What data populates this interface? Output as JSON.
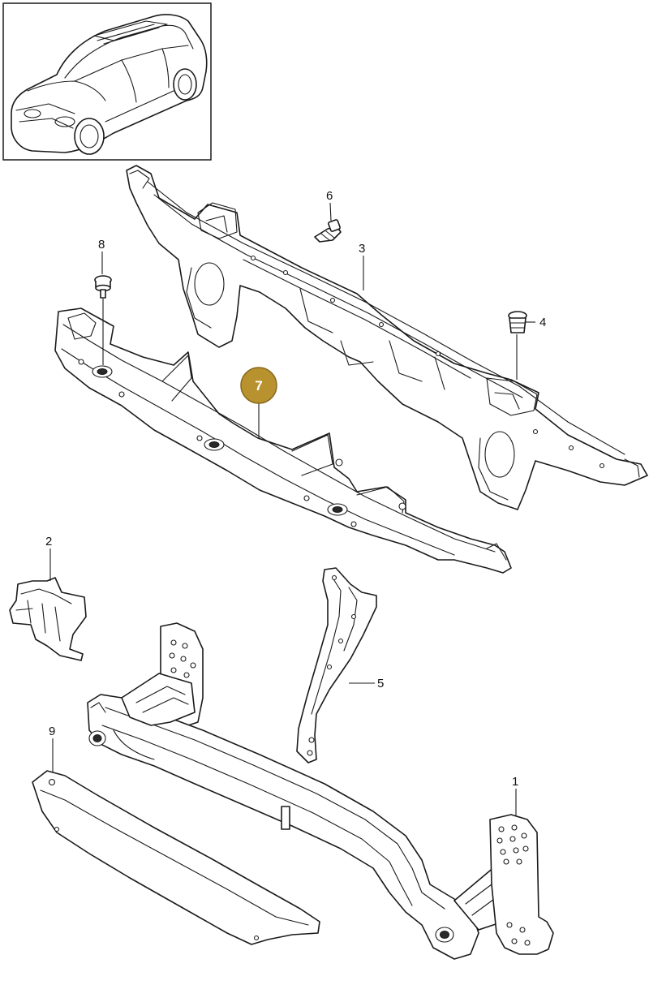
{
  "callouts": [
    {
      "id": "1",
      "label": "1"
    },
    {
      "id": "2",
      "label": "2"
    },
    {
      "id": "3",
      "label": "3"
    },
    {
      "id": "4",
      "label": "4"
    },
    {
      "id": "5",
      "label": "5"
    },
    {
      "id": "6",
      "label": "6"
    },
    {
      "id": "7",
      "label": "7",
      "highlighted": true
    },
    {
      "id": "8",
      "label": "8"
    },
    {
      "id": "9",
      "label": "9"
    }
  ],
  "colors": {
    "line": "#1a1a1a",
    "highlight_badge": "#b8922e",
    "background": "#ffffff"
  },
  "icons": {
    "vehicle_thumbnail": "car-outline-icon"
  }
}
